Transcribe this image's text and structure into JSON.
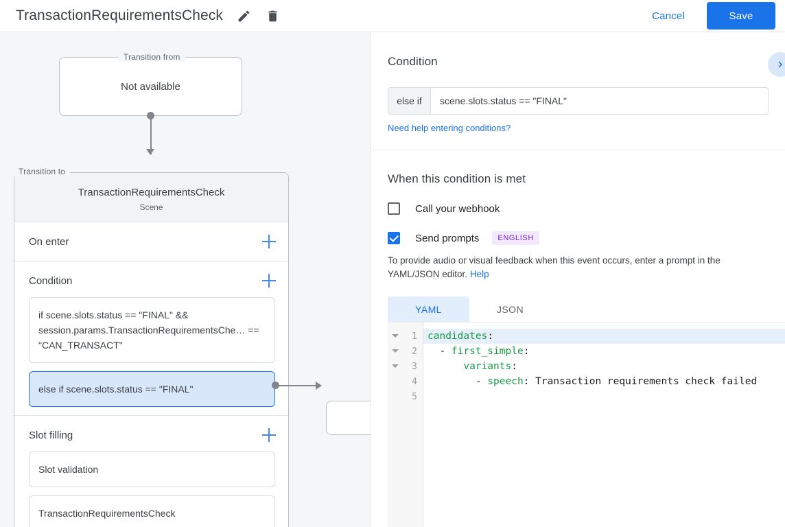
{
  "header": {
    "title": "TransactionRequirementsCheck",
    "edit_icon": "pencil-icon",
    "delete_icon": "trash-icon",
    "cancel_label": "Cancel",
    "save_label": "Save",
    "save_bg": "#1a73e8",
    "link_color": "#1a73e8"
  },
  "canvas": {
    "transition_from": {
      "legend": "Transition from",
      "value": "Not available"
    },
    "transition_to": {
      "legend": "Transition to",
      "scene_name": "TransactionRequirementsCheck",
      "scene_type": "Scene"
    },
    "sections": [
      {
        "title": "On enter",
        "add_label": "+",
        "items": []
      },
      {
        "title": "Condition",
        "add_label": "+",
        "items": [
          {
            "text": "if scene.slots.status == \"FINAL\" && session.params.TransactionRequirementsChe… == \"CAN_TRANSACT\"",
            "selected": false
          },
          {
            "text": "else if scene.slots.status == \"FINAL\"",
            "selected": true
          }
        ]
      },
      {
        "title": "Slot filling",
        "add_label": "+",
        "items": [
          {
            "text": "Slot validation",
            "selected": false
          },
          {
            "text": "TransactionRequirementsCheck",
            "selected": false
          }
        ]
      }
    ]
  },
  "right_panel": {
    "condition": {
      "title": "Condition",
      "prefix": "else if",
      "expression": "scene.slots.status == \"FINAL\"",
      "help_link": "Need help entering conditions?",
      "expand_icon": "chevron-right-icon"
    },
    "when_met": {
      "title": "When this condition is met",
      "webhook": {
        "label": "Call your webhook",
        "checked": false
      },
      "send_prompts": {
        "label": "Send prompts",
        "checked": true,
        "badge": "ENGLISH",
        "badge_bg": "#f3e8fd",
        "badge_color": "#7327c4"
      },
      "description": "To provide audio or visual feedback when this event occurs, enter a prompt in the YAML/JSON editor.",
      "help_label": "Help"
    },
    "editor": {
      "tabs": [
        {
          "label": "YAML",
          "active": true
        },
        {
          "label": "JSON",
          "active": false
        }
      ],
      "lines": [
        {
          "num": "1",
          "fold": true,
          "highlight": true,
          "indent": "",
          "key": "candidates",
          "colon": ":",
          "value": ""
        },
        {
          "num": "2",
          "fold": true,
          "highlight": false,
          "indent": "  - ",
          "key": "first_simple",
          "colon": ":",
          "value": ""
        },
        {
          "num": "3",
          "fold": true,
          "highlight": false,
          "indent": "      ",
          "key": "variants",
          "colon": ":",
          "value": ""
        },
        {
          "num": "4",
          "fold": false,
          "highlight": false,
          "indent": "        - ",
          "key": "speech",
          "colon": ": ",
          "value": "Transaction requirements check failed"
        },
        {
          "num": "5",
          "fold": false,
          "highlight": false,
          "indent": "",
          "key": "",
          "colon": "",
          "value": ""
        }
      ]
    }
  }
}
